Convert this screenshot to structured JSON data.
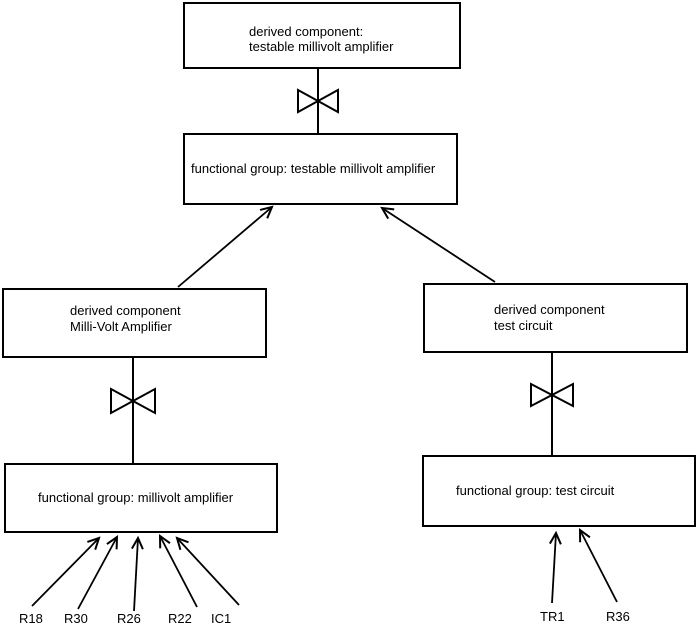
{
  "page": {
    "background_color": "#ffffff",
    "line_color": "#000000",
    "text_color": "#000000"
  },
  "nodes": {
    "derived_testable": {
      "line1": "derived component:",
      "line2": "testable millivolt amplifier"
    },
    "fg_testable": {
      "label": "functional group: testable millivolt amplifier"
    },
    "derived_mva": {
      "line1": "derived component",
      "line2": "Milli-Volt Amplifier"
    },
    "fg_mva": {
      "label": "functional group: millivolt amplifier"
    },
    "derived_tc": {
      "line1": "derived component",
      "line2": "test circuit"
    },
    "fg_tc": {
      "label": "functional group: test circuit"
    }
  },
  "component_labels": {
    "mva": [
      "R18",
      "R30",
      "R26",
      "R22",
      "IC1"
    ],
    "tc": [
      "TR1",
      "R36"
    ]
  }
}
